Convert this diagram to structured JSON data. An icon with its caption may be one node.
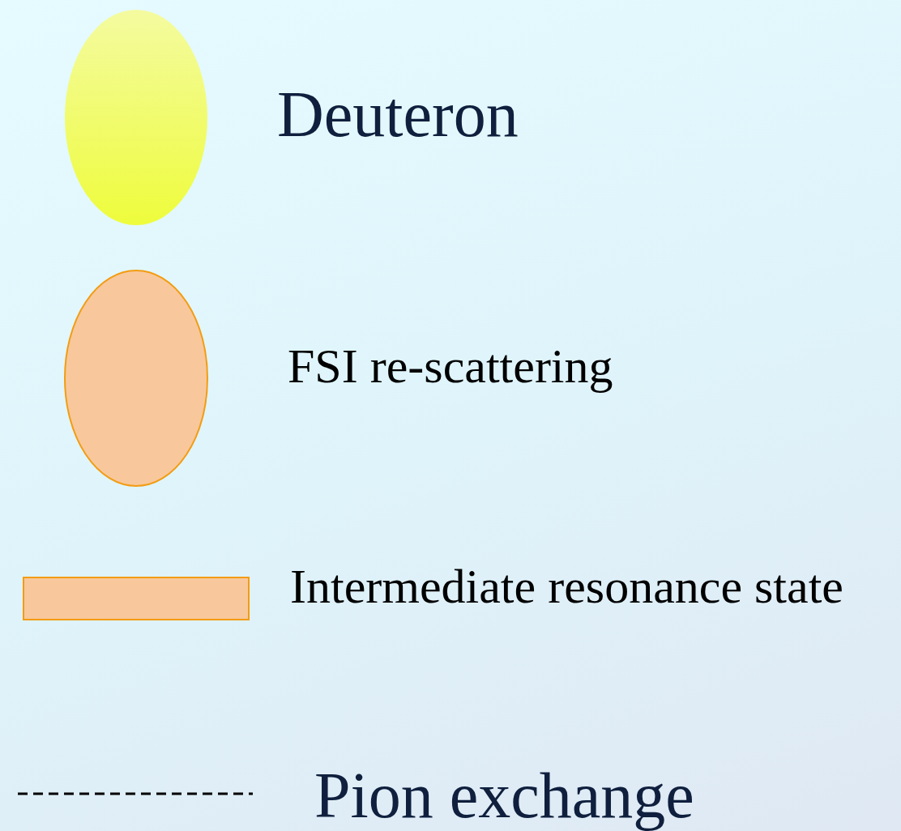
{
  "diagram": {
    "legend": [
      {
        "text": "Deuteron"
      },
      {
        "text": "FSI re-scattering"
      },
      {
        "text": "Intermediate resonance state"
      },
      {
        "text": "Pion exchange"
      }
    ]
  }
}
